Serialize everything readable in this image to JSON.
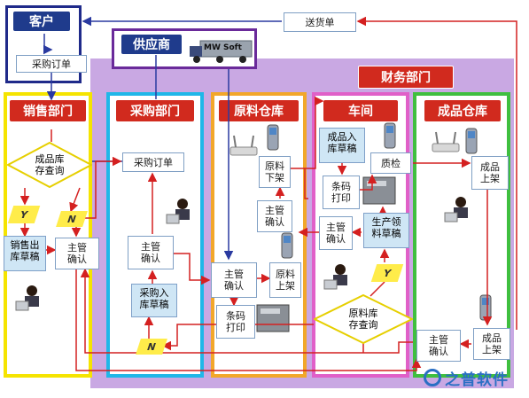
{
  "groups": {
    "customer": "客户",
    "supplier": "供应商",
    "finance": "财务部门",
    "truck": "MW Soft"
  },
  "lanes": {
    "sales": "销售部门",
    "purchase": "采购部门",
    "raw_warehouse": "原料仓库",
    "workshop": "车间",
    "finished_warehouse": "成品仓库"
  },
  "nodes": {
    "delivery_note": "送货单",
    "purchase_order_top": "采购订单",
    "stock_check_finished": "成品库\n存查询",
    "yes_sales": "Y",
    "no_sales": "N",
    "sales_outbound_draft": "销售出\n库草稿",
    "manager_confirm_sales": "主管\n确认",
    "purchase_order_mid": "采购订单",
    "manager_confirm_purchase": "主管\n确认",
    "purchase_inbound_draft": "采购入\n库草稿",
    "no_purchase": "N",
    "raw_shelf_1": "原料\n下架",
    "manager_confirm_raw_1": "主管\n确认",
    "manager_confirm_raw_2": "主管\n确认",
    "raw_shelf_2": "原料\n上架",
    "barcode_print_raw": "条码\n打印",
    "finished_inbound_draft": "成品入\n库草稿",
    "quality_check": "质检",
    "barcode_print_ws": "条码\n打印",
    "manager_confirm_ws": "主管\n确认",
    "production_pick_draft": "生产领\n料草稿",
    "yes_ws": "Y",
    "raw_stock_check": "原料库\n存查询",
    "finished_shelf": "成品\n上架",
    "manager_confirm_fin": "主管\n确认",
    "finished_shelf_2": "成品\n上架"
  },
  "watermark": "之普软件",
  "colors": {
    "lane_sales": "#f5e400",
    "lane_purchase": "#1fb7e8",
    "lane_raw": "#f2a72a",
    "lane_workshop": "#e060c8",
    "lane_finished": "#3fbf3f",
    "finance_bg": "#c9a8e3",
    "group_border": "#1f2a8a",
    "head_red": "#d12a1e",
    "arrow_red": "#d42020",
    "arrow_blue": "#2a3aa0"
  }
}
